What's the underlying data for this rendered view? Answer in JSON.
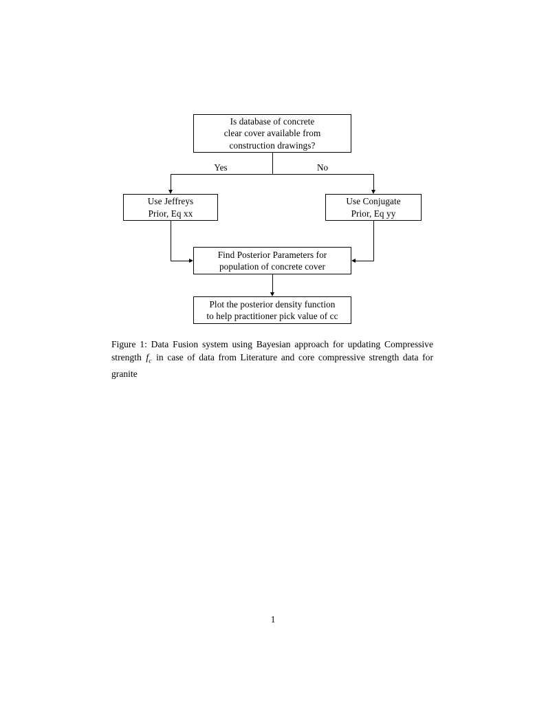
{
  "document": {
    "page_number": "1"
  },
  "figure": {
    "caption_prefix": "Figure 1:",
    "caption_text_1": " Data Fusion system using Bayesian approach for updating Compressive strength ",
    "caption_math": "f",
    "caption_math_sub": "c",
    "caption_text_2": " in case of data from Literature and core compressive strength data for granite",
    "flowchart": {
      "nodes": [
        {
          "id": "decision",
          "lines": [
            "Is database of concrete",
            "clear cover available from",
            "construction drawings?"
          ]
        },
        {
          "id": "jeffreys",
          "lines": [
            "Use Jeffreys",
            "Prior, Eq xx"
          ]
        },
        {
          "id": "conjugate",
          "lines": [
            "Use Conjugate",
            "Prior, Eq yy"
          ]
        },
        {
          "id": "posterior",
          "lines": [
            "Find Posterior Parameters for",
            "population of concrete cover"
          ]
        },
        {
          "id": "plot",
          "lines": [
            "Plot the posterior density function",
            "to help practitioner pick value of cc"
          ]
        }
      ],
      "branch_labels": {
        "yes": "Yes",
        "no": "No"
      }
    }
  },
  "colors": {
    "page_background": "#ffffff",
    "ink": "#000000"
  }
}
